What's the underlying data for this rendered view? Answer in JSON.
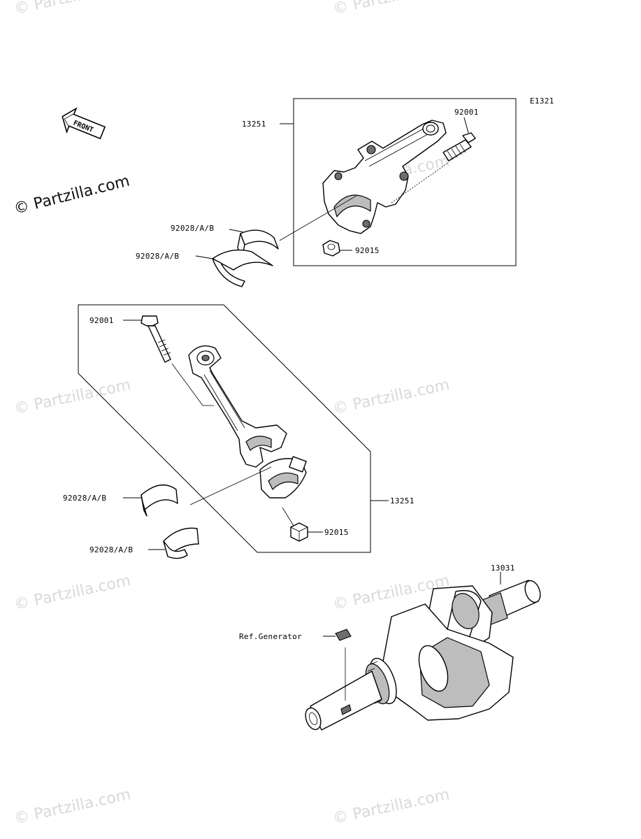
{
  "watermarks": {
    "main": "© Partzilla.com",
    "repeat": "© Partzilla.com"
  },
  "diagram_code": "E1321",
  "front_arrow": {
    "label": "FRONT",
    "icon": "front-direction-arrow-icon"
  },
  "upper_group": {
    "assembly": "13251",
    "bolt": "92001",
    "nut": "92015",
    "bearing_a": "92028/A/B",
    "bearing_b": "92028/A/B"
  },
  "lower_group": {
    "bolt": "92001",
    "assembly": "13251",
    "nut": "92015",
    "bearing_a": "92028/A/B",
    "bearing_b": "92028/A/B"
  },
  "crankshaft": {
    "part": "13031",
    "ref": "Ref.Generator"
  }
}
